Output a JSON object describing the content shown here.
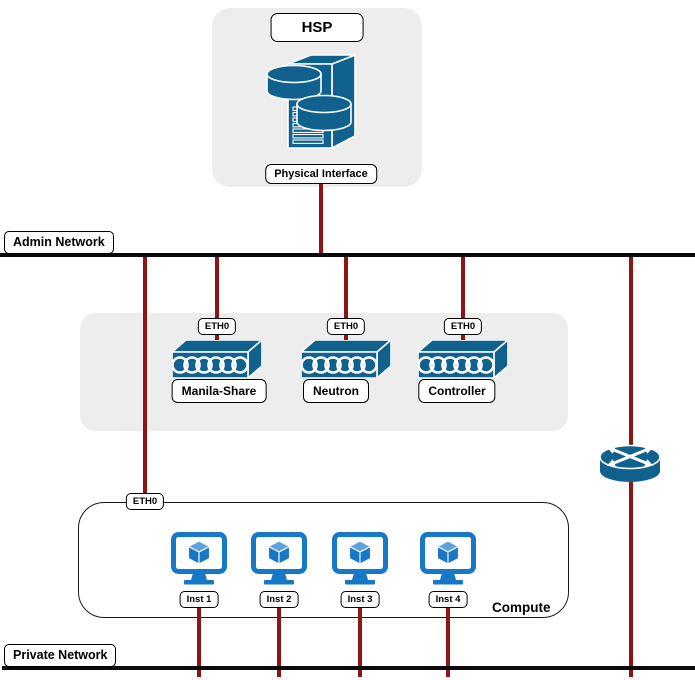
{
  "colors": {
    "icon_blue": "#11618e",
    "monitor_blue": "#1878c8",
    "cube_top_blue": "#5ca3dd",
    "wire_red": "#8e1511",
    "bus_black": "#0a0a0a",
    "panel_gray": "#ededed"
  },
  "hsp": {
    "title": "HSP",
    "interface_label": "Physical Interface"
  },
  "buses": {
    "admin": {
      "label": "Admin Network"
    },
    "private": {
      "label": "Private Network"
    }
  },
  "service_nodes": [
    {
      "port": "ETH0",
      "name": "Manila-Share"
    },
    {
      "port": "ETH0",
      "name": "Neutron"
    },
    {
      "port": "ETH0",
      "name": "Controller"
    }
  ],
  "compute": {
    "port": "ETH0",
    "label": "Compute",
    "instances": [
      {
        "label": "Inst 1"
      },
      {
        "label": "Inst 2"
      },
      {
        "label": "Inst 3"
      },
      {
        "label": "Inst 4"
      }
    ]
  },
  "icons": {
    "hsp": "storage-server-icon",
    "service_node": "switch-icon",
    "instance": "instance-monitor-icon",
    "gateway": "router-icon"
  }
}
